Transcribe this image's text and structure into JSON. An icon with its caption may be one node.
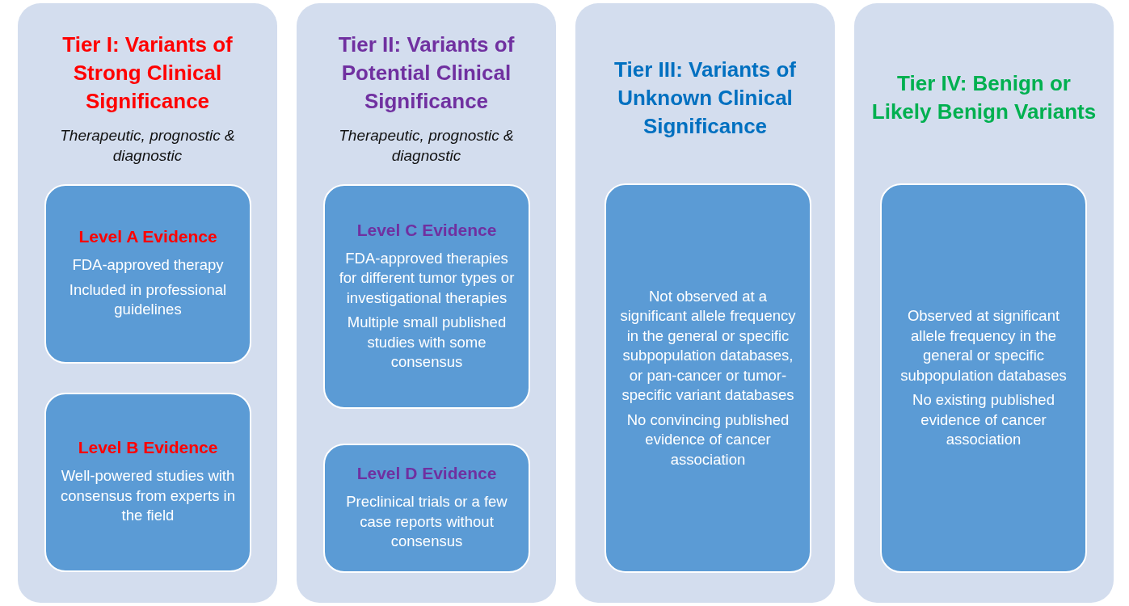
{
  "diagram": {
    "nodes": [
      {
        "text": [
          "Tier I: Variants of Strong Clinical Significance",
          "Therapeutic, prognostic & diagnostic"
        ]
      },
      {
        "text": [
          "Level A Evidence",
          "FDA-approved therapy",
          "Included in professional guidelines"
        ],
        "in": 0
      },
      {
        "text": [
          "Level B Evidence",
          "Well-powered studies with consensus from experts in the field"
        ],
        "in": 0
      },
      {
        "text": [
          "Tier II: Variants of Potential Clinical Significance",
          "Therapeutic, prognostic & diagnostic"
        ]
      },
      {
        "text": [
          "Level C Evidence",
          "FDA-approved therapies for different tumor types or investigational therapies",
          "Multiple small published studies with some consensus"
        ],
        "in": 3
      },
      {
        "text": [
          "Level D Evidence",
          "Preclinical trials or a few case reports without consensus"
        ],
        "in": 3
      },
      {
        "text": [
          "Tier III: Variants of Unknown Clinical Significance"
        ]
      },
      {
        "text": [
          "Not observed at a significant allele frequency in the general or specific subpopulation databases, or pan-cancer or tumor-specific variant databases",
          "No convincing published evidence of cancer association"
        ],
        "in": 6
      },
      {
        "text": [
          "Tier IV: Benign or Likely Benign Variants"
        ]
      },
      {
        "text": [
          "Observed at significant allele frequency in the general or specific subpopulation databases",
          "No existing published evidence of cancer association"
        ],
        "in": 8
      }
    ]
  }
}
